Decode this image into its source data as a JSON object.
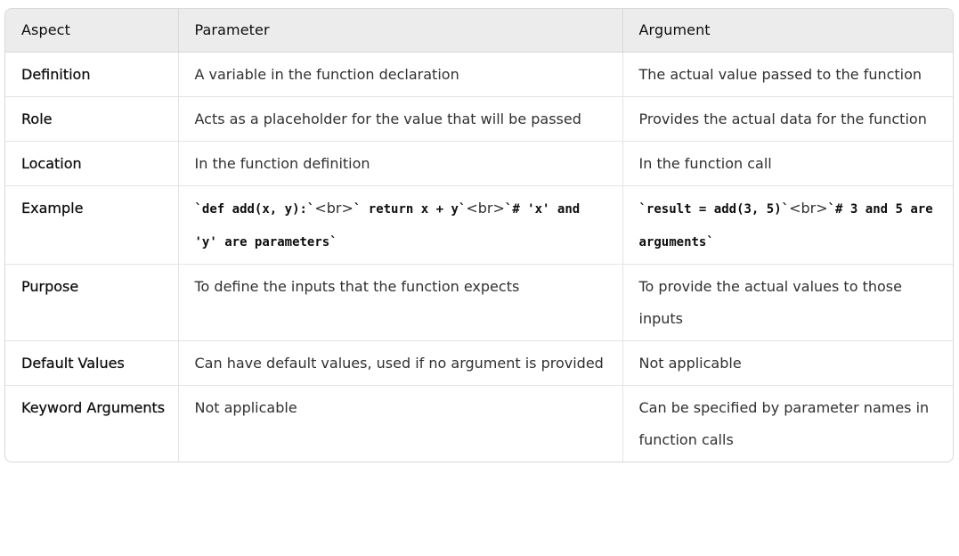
{
  "table": {
    "headers": [
      "Aspect",
      "Parameter",
      "Argument"
    ],
    "rows": [
      {
        "aspect": "Definition",
        "parameter": "A variable in the function declaration",
        "argument": "The actual value passed to the function"
      },
      {
        "aspect": "Role",
        "parameter": "Acts as a placeholder for the value that will be passed",
        "argument": "Provides the actual data for the function"
      },
      {
        "aspect": "Location",
        "parameter": "In the function definition",
        "argument": "In the function call"
      },
      {
        "aspect": "Example",
        "parameter_parts": [
          "`def add(x, y):`",
          "<br>",
          "` return x + y`",
          "<br>",
          "`# 'x' and 'y' are parameters`"
        ],
        "argument_parts": [
          "`result = add(3, 5)`",
          "<br>",
          "`# 3 and 5 are arguments`"
        ]
      },
      {
        "aspect": "Purpose",
        "parameter": "To define the inputs that the function expects",
        "argument": "To provide the actual values to those inputs"
      },
      {
        "aspect": "Default Values",
        "parameter": "Can have default values, used if no argument is provided",
        "argument": "Not applicable"
      },
      {
        "aspect": "Keyword Arguments",
        "parameter": "Not applicable",
        "argument": "Can be specified by parameter names in function calls"
      }
    ]
  }
}
